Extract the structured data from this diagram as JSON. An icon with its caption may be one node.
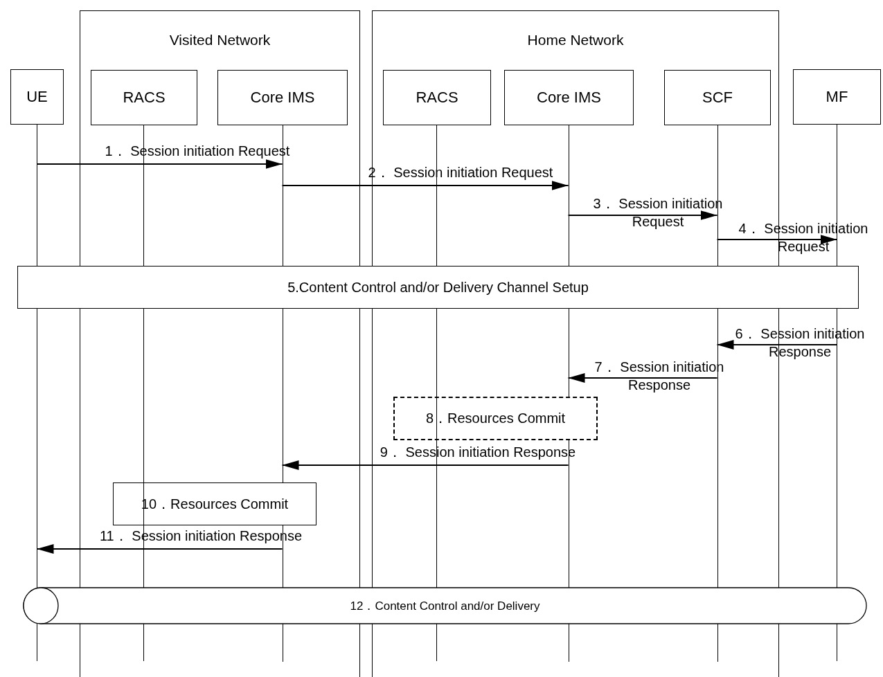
{
  "diagram": {
    "nodes": [
      {
        "text": [
          "Visited Network"
        ]
      },
      {
        "text": [
          "Home Network"
        ]
      },
      {
        "text": [
          "UE"
        ]
      },
      {
        "text": [
          "RACS"
        ],
        "in": 0
      },
      {
        "text": [
          "Core IMS"
        ],
        "in": 0
      },
      {
        "text": [
          "RACS"
        ],
        "in": 1
      },
      {
        "text": [
          "Core IMS"
        ],
        "in": 1
      },
      {
        "text": [
          "SCF"
        ],
        "in": 1
      },
      {
        "text": [
          "MF"
        ]
      },
      {
        "text": [
          "5.Content Control and/or Delivery Channel Setup"
        ]
      },
      {
        "text": [
          "8．Resources Commit"
        ],
        "in": 1
      },
      {
        "text": [
          "10．Resources Commit"
        ],
        "in": 0
      },
      {
        "text": [
          "12．Content Control and/or Delivery"
        ]
      }
    ],
    "edges": [
      {
        "from": 2,
        "to": 4,
        "arrow": "to",
        "label": "1． Session initiation Request"
      },
      {
        "from": 4,
        "to": 6,
        "arrow": "to",
        "label": "2． Session initiation Request"
      },
      {
        "from": 6,
        "to": 7,
        "arrow": "to",
        "label": "3． Session initiation Request"
      },
      {
        "from": 7,
        "to": 8,
        "arrow": "to",
        "label": "4． Session initiation Request"
      },
      {
        "from": 8,
        "to": 7,
        "arrow": "to",
        "label": "6． Session initiation Response"
      },
      {
        "from": 7,
        "to": 6,
        "arrow": "to",
        "label": "7． Session initiation Response"
      },
      {
        "from": 6,
        "to": 4,
        "arrow": "to",
        "label": "9． Session initiation Response"
      },
      {
        "from": 4,
        "to": 2,
        "arrow": "to",
        "label": "11． Session initiation Response"
      }
    ]
  }
}
